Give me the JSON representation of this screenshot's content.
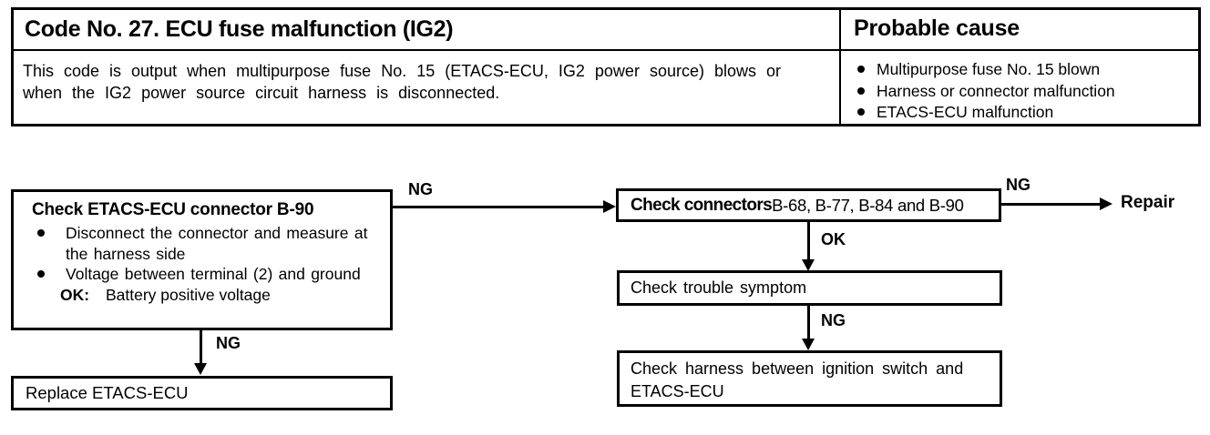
{
  "header": {
    "code_title": "Code No. 27. ECU fuse malfunction (IG2)",
    "probable_cause_title": "Probable cause",
    "description_line1": "This code is output when multipurpose fuse No. 15 (ETACS-ECU, IG2 power source) blows or",
    "description_line2": "when the IG2 power source circuit harness is disconnected.",
    "causes": [
      "Multipurpose fuse No. 15 blown",
      "Harness or connector malfunction",
      "ETACS-ECU malfunction"
    ]
  },
  "flowchart": {
    "check_ecu_connector": {
      "title": "Check ETACS-ECU connector B-90",
      "bullets": [
        "Disconnect the connector and measure at the harness side",
        "Voltage between terminal (2) and ground"
      ],
      "ok_label": "OK:",
      "ok_value": "Battery positive voltage"
    },
    "check_connectors": {
      "bold": "Check connectors",
      "rest": " B-68, B-77, B-84 and B-90"
    },
    "check_trouble_symptom": "Check trouble symptom",
    "check_harness": "Check harness between ignition switch and ETACS-ECU",
    "replace_ecu": "Replace ETACS-ECU",
    "repair": "Repair",
    "labels": {
      "ng": "NG",
      "ok": "OK"
    }
  }
}
